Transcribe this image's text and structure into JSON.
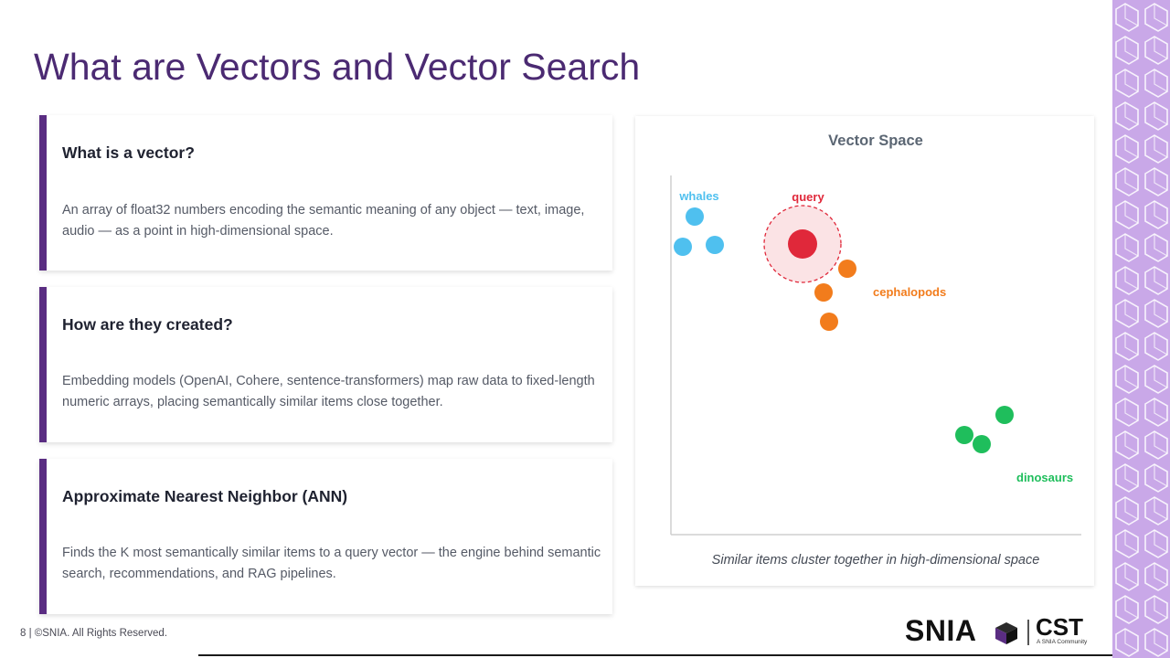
{
  "slide": {
    "title": "What are Vectors and Vector Search",
    "cards": [
      {
        "title": "What is a vector?",
        "body": "An array of float32 numbers encoding the semantic meaning of any object — text, image, audio — as a point in high-dimensional space."
      },
      {
        "title": "How are they created?",
        "body": "Embedding models (OpenAI, Cohere, sentence-transformers) map raw data to fixed-length numeric arrays, placing semantically similar items close together."
      },
      {
        "title": "Approximate Nearest Neighbor (ANN)",
        "body": "Finds the K most semantically similar items to a query vector — the engine behind semantic search, recommendations, and RAG pipelines."
      }
    ],
    "footer": "8 | ©SNIA. All Rights Reserved.",
    "logo": {
      "snia": "SNIA",
      "cst": "CST",
      "tagline": "A SNIA Community"
    }
  },
  "chart_data": {
    "type": "scatter",
    "title": "Vector Space",
    "caption": "Similar items cluster together in high-dimensional space",
    "series": [
      {
        "name": "whales",
        "color": "#4fc0ef",
        "points": [
          [
            26,
            348
          ],
          [
            13,
            315
          ],
          [
            48,
            317
          ]
        ]
      },
      {
        "name": "query",
        "color": "#e0283a",
        "points": [
          [
            144,
            318
          ]
        ]
      },
      {
        "name": "cephalopods",
        "color": "#f27c1c",
        "points": [
          [
            193,
            291
          ],
          [
            167,
            265
          ],
          [
            173,
            233
          ]
        ]
      },
      {
        "name": "dinosaurs",
        "color": "#1fbe5c",
        "points": [
          [
            365,
            131
          ],
          [
            321,
            109
          ],
          [
            340,
            99
          ]
        ]
      }
    ]
  }
}
